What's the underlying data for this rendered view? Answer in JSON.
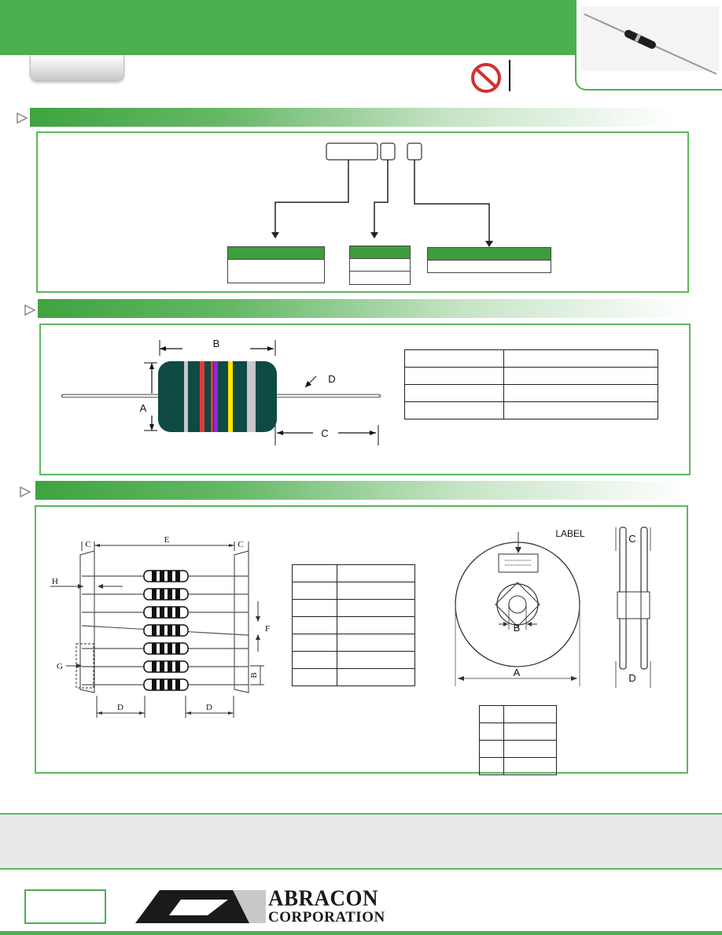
{
  "header": {
    "no_sign_icon": "prohibited-icon",
    "colors": {
      "brand_green": "#4caf50",
      "bar_green": "#3fa33f"
    }
  },
  "part_diagram": {
    "dimension_labels": {
      "A": "A",
      "B": "B",
      "C": "C",
      "D": "D"
    },
    "band_colors": [
      "#c8c8c8",
      "#e03a3a",
      "#e03a3a",
      "#8a2be2",
      "#ffe600",
      "#c8c8c8"
    ]
  },
  "taping_diagram": {
    "labels": {
      "E": "E",
      "C": "C",
      "H": "H",
      "F": "F",
      "G": "G",
      "B": "B",
      "D": "D"
    }
  },
  "reel_diagram": {
    "labels": {
      "label": "LABEL",
      "A": "A",
      "B": "B",
      "C": "C",
      "D": "D"
    }
  },
  "logo": {
    "line1": "ABRACON",
    "line2": "CORPORATION"
  }
}
